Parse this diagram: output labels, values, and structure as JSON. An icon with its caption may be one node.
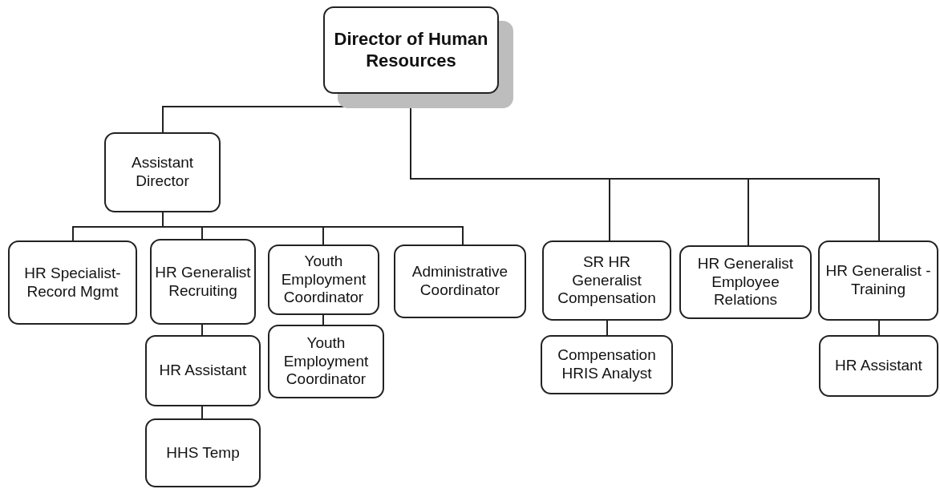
{
  "diagram": {
    "nodes": [
      {
        "text": [
          "Director of Human Resources"
        ]
      },
      {
        "text": [
          "Assistant Director"
        ]
      },
      {
        "text": [
          "HR Specialist-Record Mgmt"
        ]
      },
      {
        "text": [
          "HR Generalist Recruiting"
        ]
      },
      {
        "text": [
          "HR Assistant"
        ]
      },
      {
        "text": [
          "HHS Temp"
        ]
      },
      {
        "text": [
          "Youth Employment Coordinator"
        ]
      },
      {
        "text": [
          "Youth Employment Coordinator"
        ]
      },
      {
        "text": [
          "Administrative Coordinator"
        ]
      },
      {
        "text": [
          "SR HR Generalist Compensation"
        ]
      },
      {
        "text": [
          "Compensation HRIS Analyst"
        ]
      },
      {
        "text": [
          "HR Generalist Employee Relations"
        ]
      },
      {
        "text": [
          "HR Generalist - Training"
        ]
      },
      {
        "text": [
          "HR Assistant"
        ]
      }
    ],
    "edges": [
      {
        "from": 0,
        "to": 1,
        "arrow": "none"
      },
      {
        "from": 0,
        "to": 9,
        "arrow": "none"
      },
      {
        "from": 0,
        "to": 11,
        "arrow": "none"
      },
      {
        "from": 0,
        "to": 12,
        "arrow": "none"
      },
      {
        "from": 1,
        "to": 2,
        "arrow": "none"
      },
      {
        "from": 1,
        "to": 3,
        "arrow": "none"
      },
      {
        "from": 1,
        "to": 6,
        "arrow": "none"
      },
      {
        "from": 1,
        "to": 8,
        "arrow": "none"
      },
      {
        "from": 3,
        "to": 4,
        "arrow": "none"
      },
      {
        "from": 4,
        "to": 5,
        "arrow": "none"
      },
      {
        "from": 6,
        "to": 7,
        "arrow": "none"
      },
      {
        "from": 9,
        "to": 10,
        "arrow": "none"
      },
      {
        "from": 12,
        "to": 13,
        "arrow": "none"
      }
    ]
  }
}
